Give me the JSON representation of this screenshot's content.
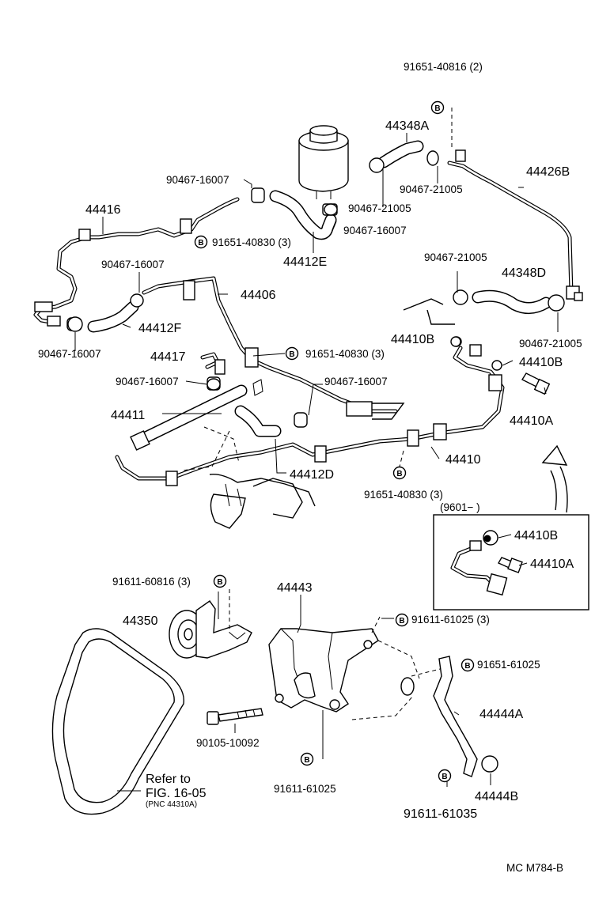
{
  "labels": {
    "p91651_40816": "91651-40816 (2)",
    "p44348A": "44348A",
    "p90467_21005_a": "90467-21005",
    "p90467_21005_b": "90467-21005",
    "p44426B": "44426B",
    "p90467_16007_a": "90467-16007",
    "p44416": "44416",
    "p90467_16007_b": "90467-16007",
    "p91651_40830_a": "91651-40830 (3)",
    "p44412E": "44412E",
    "p90467_16007_c": "90467-16007",
    "p90467_21005_c": "90467-21005",
    "p44348D": "44348D",
    "p44406": "44406",
    "p90467_16007_d": "90467-16007",
    "p44412F": "44412F",
    "p44410B_a": "44410B",
    "p90467_21005_d": "90467-21005",
    "p91651_40830_b": "91651-40830 (3)",
    "p44417": "44417",
    "p44410B_b": "44410B",
    "p90467_16007_e": "90467-16007",
    "p90467_16007_f": "90467-16007",
    "p44411": "44411",
    "p44410A_a": "44410A",
    "p44412D": "44412D",
    "p44410": "44410",
    "p91651_40830_c": "91651-40830 (3)",
    "p9601": "(9601−        )",
    "p44410B_c": "44410B",
    "p44410A_b": "44410A",
    "p91611_60816": "91611-60816 (3)",
    "p44350": "44350",
    "p44443": "44443",
    "p91611_61025_a": "91611-61025 (3)",
    "p91651_61025": "91651-61025",
    "p44444A": "44444A",
    "p90105_10092": "90105-10092",
    "p91611_61025_b": "91611-61025",
    "p44444B": "44444B",
    "p91611_61035": "91611-61035",
    "refer1": "Refer to",
    "refer2": "FIG. 16-05",
    "refer3": "(PNC 44310A)",
    "footer": "MC  M784-B",
    "bolt": "B"
  }
}
